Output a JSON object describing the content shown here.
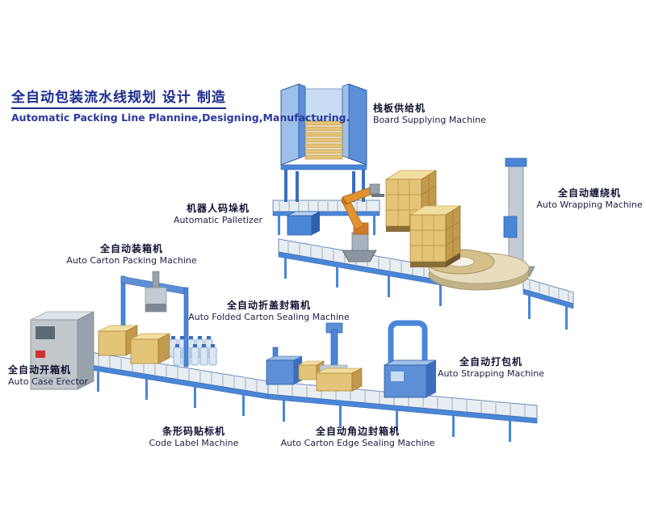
{
  "title": {
    "zh": "全自动包装流水线规划 设计 制造",
    "en": "Automatic Packing Line Plannine,Designing,Manufacturing."
  },
  "machines": {
    "board_supplying": {
      "zh": "栈板供给机",
      "en": "Board Supplying Machine"
    },
    "auto_wrapping": {
      "zh": "全自动缠绕机",
      "en": "Auto Wrapping Machine"
    },
    "automatic_palletizer": {
      "zh": "机器人码垛机",
      "en": "Automatic Palletizer"
    },
    "auto_carton_packing": {
      "zh": "全自动装箱机",
      "en": "Auto Carton Packing Machine"
    },
    "auto_folded_carton_sealing": {
      "zh": "全自动折盖封箱机",
      "en": "Auto Folded Carton Sealing Machine"
    },
    "auto_case_erector": {
      "zh": "全自动开箱机",
      "en": "Auto Case Erector"
    },
    "auto_strapping": {
      "zh": "全自动打包机",
      "en": "Auto Strapping Machine"
    },
    "code_label": {
      "zh": "条形码贴标机",
      "en": "Code Label Machine"
    },
    "auto_carton_edge_sealing": {
      "zh": "全自动角边封箱机",
      "en": "Auto Carton Edge Sealing Machine"
    }
  },
  "colors": {
    "frame_blue": "#4a86d8",
    "frame_blue_dark": "#2f5fa8",
    "carton_yellow": "#e3c478",
    "title_navy": "#1c2b8f",
    "turntable_tan": "#d5c08c"
  }
}
